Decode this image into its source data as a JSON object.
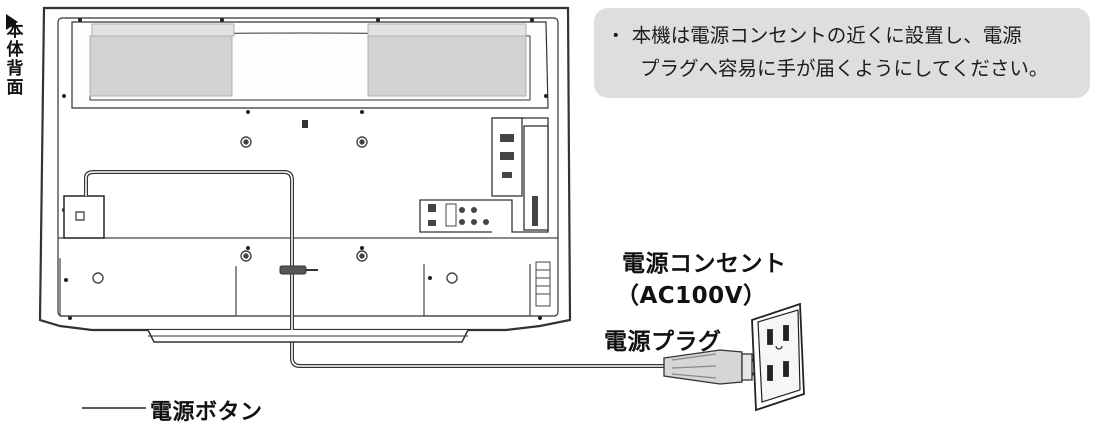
{
  "side_label": [
    "本",
    "体",
    "背",
    "面"
  ],
  "note": {
    "line1": "・ 本機は電源コンセントの近くに設置し、電源",
    "line2": "プラグへ容易に手が届くようにしてください。"
  },
  "labels": {
    "outlet": "電源コンセント",
    "ac": "（AC100V）",
    "plug": "電源プラグ",
    "power_button": "電源ボタン"
  }
}
